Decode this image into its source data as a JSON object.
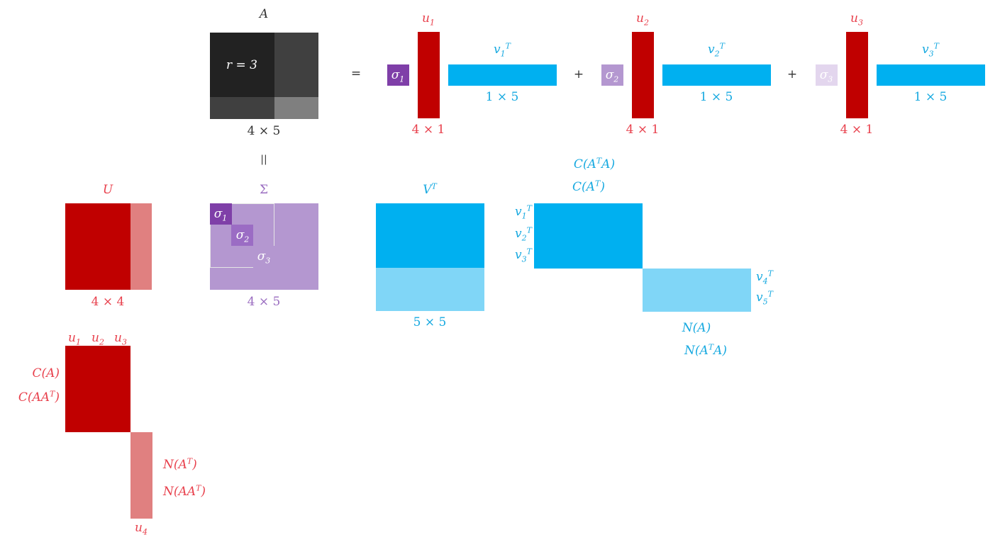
{
  "colors": {
    "u_red": "#c00000",
    "u_red_light": "#e08080",
    "v_blue": "#00b0f0",
    "v_blue_light": "#80d6f7",
    "sigma_bg": "#b497d0",
    "sigma1": "#7f3fa8",
    "sigma2": "#9b6cc4",
    "sigma3_light": "#e3d6ee",
    "a_dark": "#222222",
    "a_mid": "#404040",
    "a_light": "#7f7f7f",
    "label_red": "#e8404c",
    "label_blue": "#17a9e0",
    "label_purple": "#9a6cc0"
  },
  "top": {
    "a_label": "A",
    "rank": "r = 3",
    "a_size": "4 × 5",
    "equals": "=",
    "plus": "+",
    "terms": [
      {
        "sigma_base": "σ",
        "sigma_sub": "1",
        "u_base": "u",
        "u_sub": "1",
        "u_size": "4 × 1",
        "v_base": "v",
        "v_sub": "1",
        "v_sup": "T",
        "v_size": "1 × 5"
      },
      {
        "sigma_base": "σ",
        "sigma_sub": "2",
        "u_base": "u",
        "u_sub": "2",
        "u_size": "4 × 1",
        "v_base": "v",
        "v_sub": "2",
        "v_sup": "T",
        "v_size": "1 × 5"
      },
      {
        "sigma_base": "σ",
        "sigma_sub": "3",
        "u_base": "u",
        "u_sub": "3",
        "u_size": "4 × 1",
        "v_base": "v",
        "v_sub": "3",
        "v_sup": "T",
        "v_size": "1 × 5"
      }
    ]
  },
  "middle": {
    "vertical_equals": "||",
    "u_label": "U",
    "u_size": "4 × 4",
    "sigma_label": "Σ",
    "sigma_size": "4 × 5",
    "sigma_entries": [
      {
        "base": "σ",
        "sub": "1"
      },
      {
        "base": "σ",
        "sub": "2"
      },
      {
        "base": "σ",
        "sub": "3"
      }
    ],
    "vt_base": "V",
    "vt_sup": "T",
    "vt_size": "5 × 5"
  },
  "row_space": {
    "label_1": {
      "pre": "C(A",
      "sup": "T",
      "post": "A)"
    },
    "label_2": {
      "pre": "C(A",
      "sup": "T",
      "post": ")"
    },
    "rows": [
      {
        "base": "v",
        "sub": "1",
        "sup": "T"
      },
      {
        "base": "v",
        "sub": "2",
        "sup": "T"
      },
      {
        "base": "v",
        "sub": "3",
        "sup": "T"
      }
    ],
    "null_rows": [
      {
        "base": "v",
        "sub": "4",
        "sup": "T"
      },
      {
        "base": "v",
        "sub": "5",
        "sup": "T"
      }
    ],
    "null_label_1": "N(A)",
    "null_label_2": {
      "pre": "N(A",
      "sup": "T",
      "post": "A)"
    }
  },
  "column_space": {
    "cols": [
      {
        "base": "u",
        "sub": "1"
      },
      {
        "base": "u",
        "sub": "2"
      },
      {
        "base": "u",
        "sub": "3"
      }
    ],
    "label_1": "C(A)",
    "label_2": {
      "pre": "C(AA",
      "sup": "T",
      "post": ")"
    },
    "null_col": {
      "base": "u",
      "sub": "4"
    },
    "null_label_1": {
      "pre": "N(A",
      "sup": "T",
      "post": ")"
    },
    "null_label_2": {
      "pre": "N(AA",
      "sup": "T",
      "post": ")"
    }
  }
}
